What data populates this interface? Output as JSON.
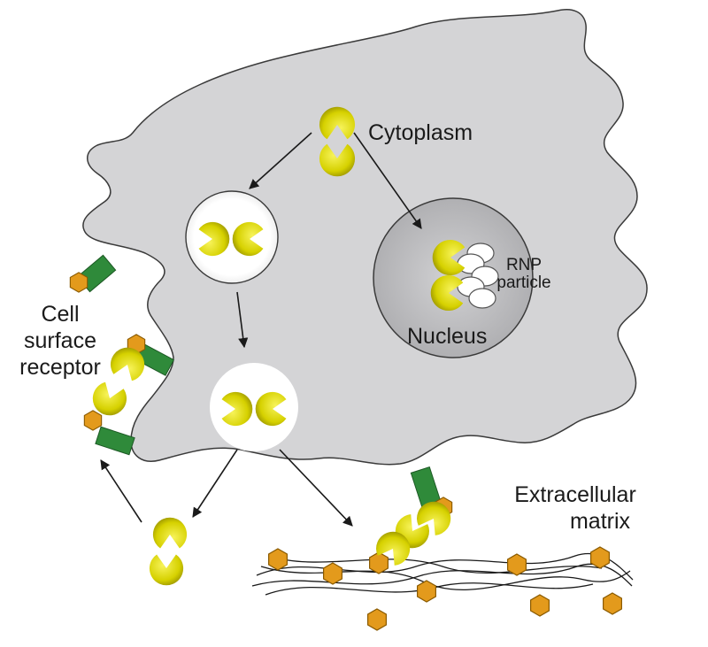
{
  "labels": {
    "cytoplasm": "Cytoplasm",
    "nucleus": "Nucleus",
    "rnp_line1": "RNP",
    "rnp_line2": "particle",
    "receptor_line1": "Cell",
    "receptor_line2": "surface",
    "receptor_line3": "receptor",
    "ecm_line1": "Extracellular",
    "ecm_line2": "matrix"
  },
  "colors": {
    "cell_fill": "#d4d4d6",
    "cell_stroke": "#3a3a3a",
    "nucleus_fill": "#bdbdc0",
    "molecule": "#d9d400",
    "hexagon": "#e39a1c",
    "receptor": "#2f8a3a",
    "vesicle": "#ffffff"
  },
  "icons": [
    "galectin-dimer-icon",
    "vesicle-icon",
    "hexagon-ligand-icon",
    "receptor-icon",
    "fiber-icon",
    "rnp-particle-icon",
    "arrow-icon"
  ]
}
